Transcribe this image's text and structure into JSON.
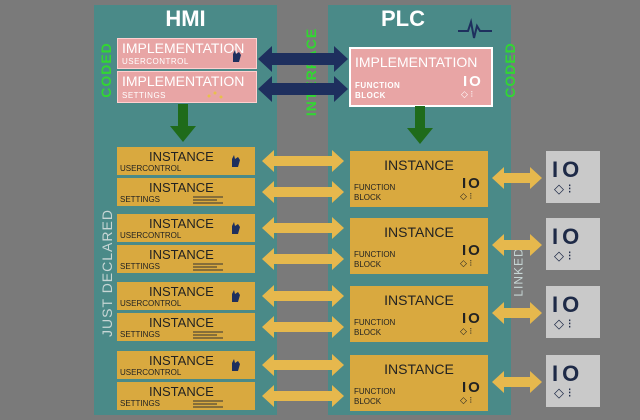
{
  "hmi": {
    "title": "HMI",
    "coded": "CODED",
    "just_declared": "JUST DECLARED"
  },
  "plc": {
    "title": "PLC",
    "coded": "CODED",
    "linked": "LINKED"
  },
  "interface": "INTERFACE",
  "impl_usercontrol": {
    "title": "IMPLEMENTATION",
    "sub": "USERCONTROL"
  },
  "impl_settings": {
    "title": "IMPLEMENTATION",
    "sub": "SETTINGS"
  },
  "impl_fb": {
    "title": "IMPLEMENTATION",
    "sub1": "FUNCTION",
    "sub2": "BLOCK",
    "io": "IO"
  },
  "instances": [
    {
      "uc_title": "INSTANCE",
      "uc_sub": "USERCONTROL",
      "st_title": "INSTANCE",
      "st_sub": "SETTINGS",
      "fb_title": "INSTANCE",
      "fb_sub1": "FUNCTION",
      "fb_sub2": "BLOCK",
      "io": "IO",
      "tile_io": "IO"
    },
    {
      "uc_title": "INSTANCE",
      "uc_sub": "USERCONTROL",
      "st_title": "INSTANCE",
      "st_sub": "SETTINGS",
      "fb_title": "INSTANCE",
      "fb_sub1": "FUNCTION",
      "fb_sub2": "BLOCK",
      "io": "IO",
      "tile_io": "IO"
    },
    {
      "uc_title": "INSTANCE",
      "uc_sub": "USERCONTROL",
      "st_title": "INSTANCE",
      "st_sub": "SETTINGS",
      "fb_title": "INSTANCE",
      "fb_sub1": "FUNCTION",
      "fb_sub2": "BLOCK",
      "io": "IO",
      "tile_io": "IO"
    },
    {
      "uc_title": "INSTANCE",
      "uc_sub": "USERCONTROL",
      "st_title": "INSTANCE",
      "st_sub": "SETTINGS",
      "fb_title": "INSTANCE",
      "fb_sub1": "FUNCTION",
      "fb_sub2": "BLOCK",
      "io": "IO",
      "tile_io": "IO"
    }
  ],
  "colors": {
    "column": "#4a8a88",
    "impl": "#e8a5a5",
    "instance": "#d9a93f",
    "arrow_gold": "#e6b84d",
    "arrow_navy": "#1e2f5e",
    "arrow_green": "#1f6b1a",
    "label_green": "#32d632"
  }
}
